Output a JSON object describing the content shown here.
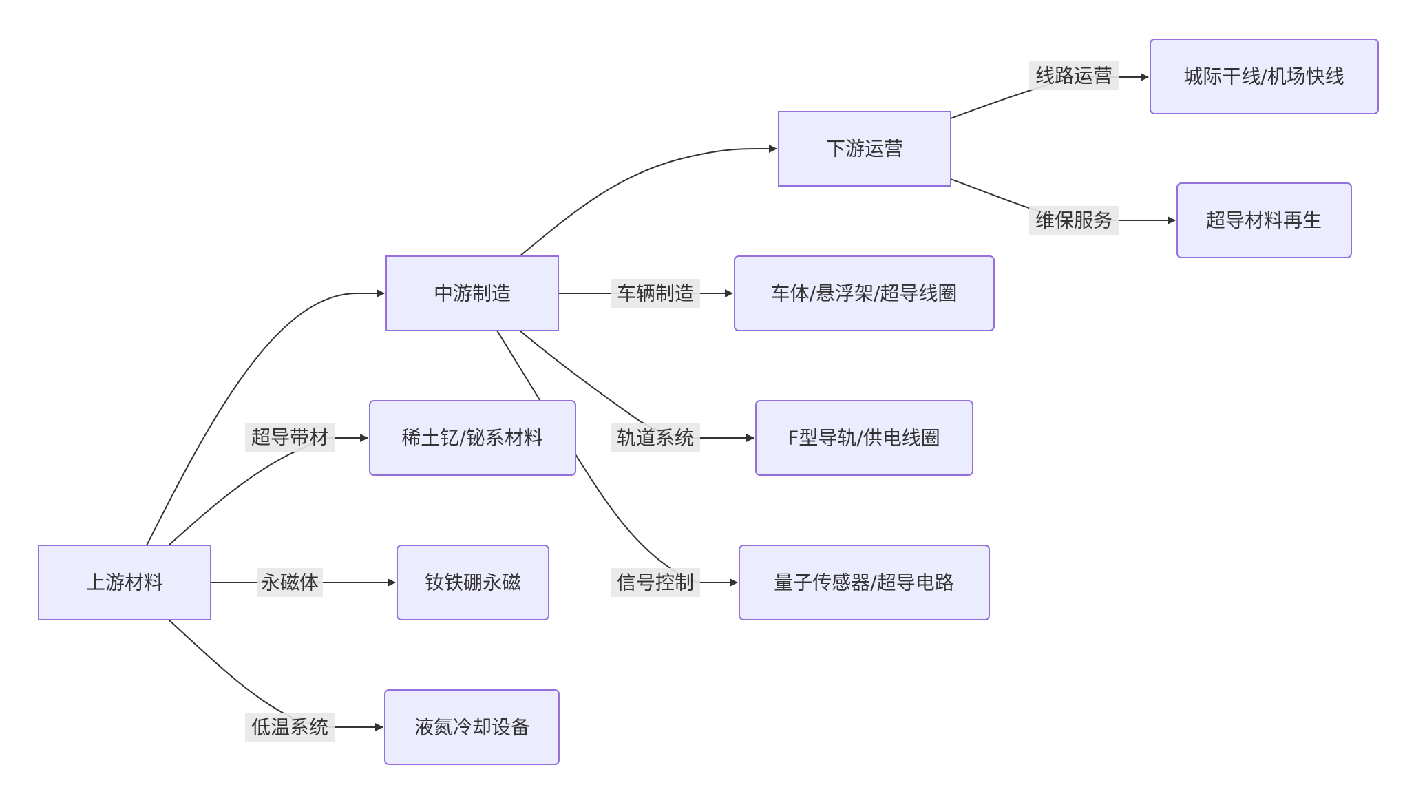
{
  "colors": {
    "node_fill": "#ececff",
    "node_stroke": "#9370db",
    "edge": "#333333",
    "label_bg": "#e8e8e8",
    "text": "#333333"
  },
  "nodes": {
    "upstream": "上游材料",
    "midstream": "中游制造",
    "downstream": "下游运营",
    "rare_earth": "稀土钇/铋系材料",
    "ndfeb": "钕铁硼永磁",
    "ln2_cooling": "液氮冷却设备",
    "vehicle_parts": "车体/悬浮架/超导线圈",
    "f_rail": "F型导轨/供电线圈",
    "quantum": "量子传感器/超导电路",
    "intercity": "城际干线/机场快线",
    "regeneration": "超导材料再生"
  },
  "edges": {
    "sc_tape": "超导带材",
    "perm_magnet": "永磁体",
    "cryo_system": "低温系统",
    "vehicle_mfg": "车辆制造",
    "track_system": "轨道系统",
    "signal_control": "信号控制",
    "line_ops": "线路运营",
    "maintenance": "维保服务"
  }
}
